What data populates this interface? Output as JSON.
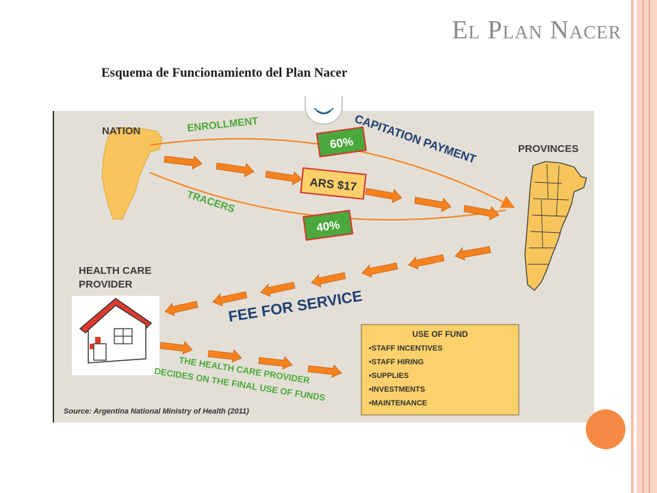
{
  "slide": {
    "title": "El Plan Nacer",
    "subtitle": "Esquema de Funcionamiento del Plan Nacer"
  },
  "diagram": {
    "nation_label": "NATION",
    "provinces_label": "PROVINCES",
    "enrollment_label": "ENROLLMENT",
    "tracers_label": "TRACERS",
    "capitation_label": "CAPITATION PAYMENT",
    "enrollment_share": "60%",
    "amount": "ARS $17",
    "tracers_share": "40%",
    "provider_label_line1": "HEALTH CARE",
    "provider_label_line2": "PROVIDER",
    "fee_label": "FEE FOR SERVICE",
    "decides_line1": "THE HEALTH CARE PROVIDER",
    "decides_line2": "DECIDES ON THE FINAL USE OF FUNDS",
    "use_of_fund": {
      "title": "USE OF FUND",
      "items": [
        "•STAFF INCENTIVES",
        "•STAFF HIRING",
        "•SUPPLIES",
        "•INVESTMENTS",
        "•MAINTENANCE"
      ]
    },
    "source": "Source: Argentina National Ministry of Health (2011)"
  },
  "colors": {
    "orange": "#f5821f",
    "green": "#4ba83c",
    "yellow": "#fcd06b",
    "navy": "#1f3f73",
    "map": "#f7c55c",
    "panel": "#e3dfd6",
    "accent_circle": "#f58a45"
  }
}
